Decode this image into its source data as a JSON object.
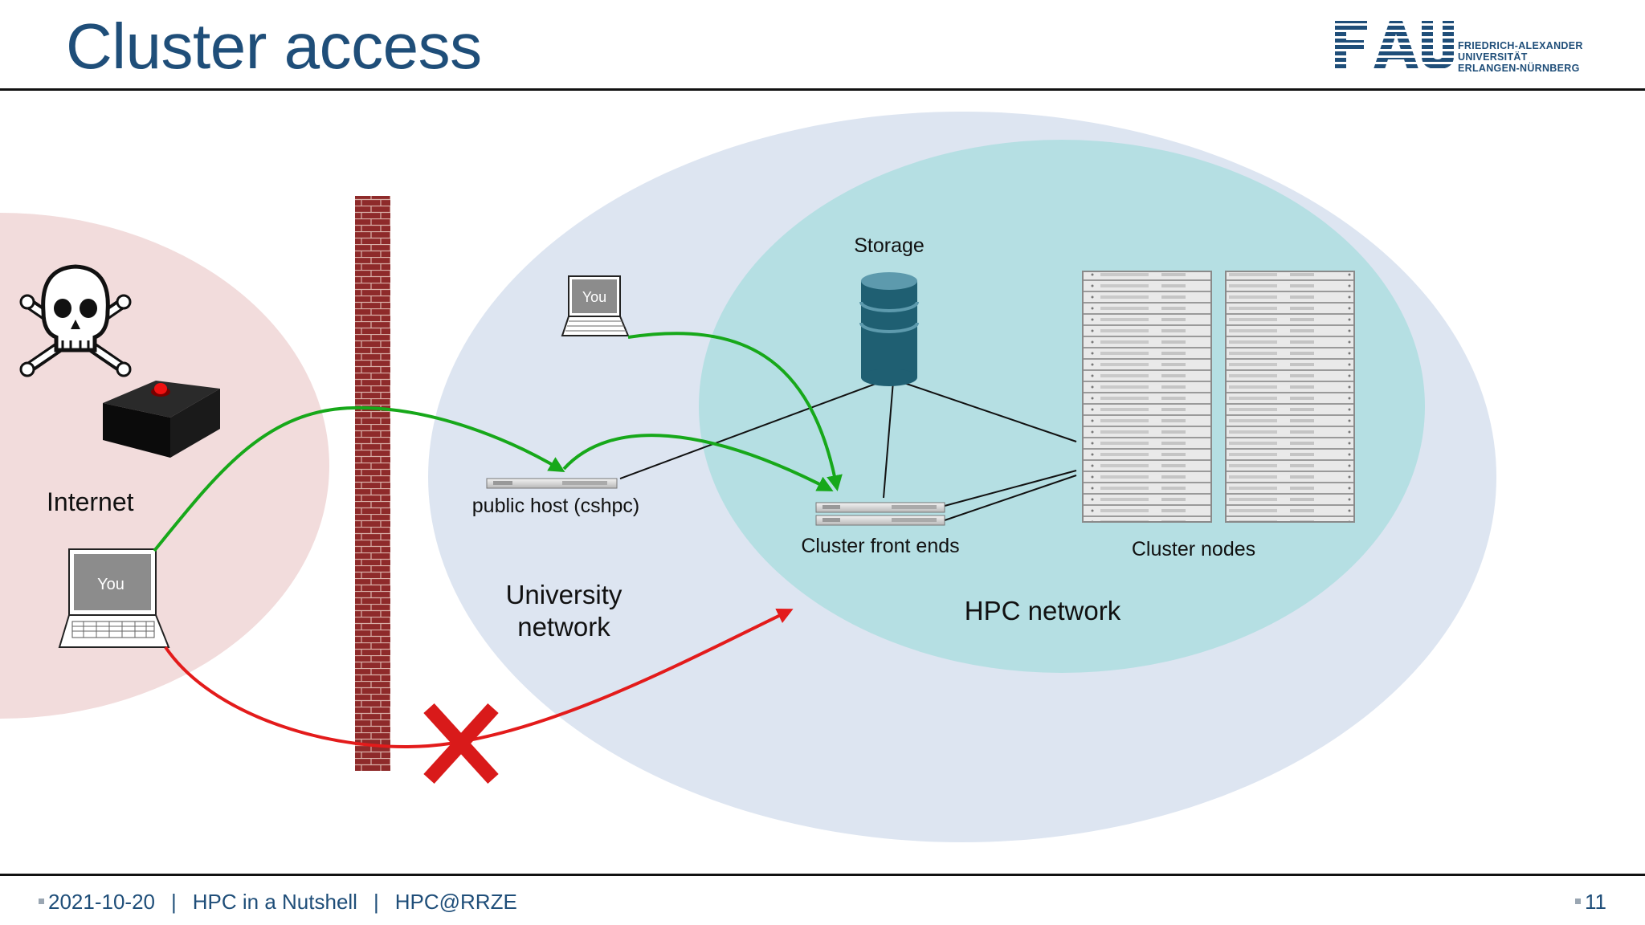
{
  "slide": {
    "title": "Cluster access",
    "page_number": "11"
  },
  "footer": {
    "date": "2021-10-20",
    "course": "HPC in a Nutshell",
    "org": "HPC@RRZE"
  },
  "logo": {
    "mark": "FAU",
    "line1": "FRIEDRICH-ALEXANDER",
    "line2": "UNIVERSITÄT",
    "line3": "ERLANGEN-NÜRNBERG"
  },
  "diagram": {
    "internet_label": "Internet",
    "university_label_line1": "University",
    "university_label_line2": "network",
    "hpc_label": "HPC network",
    "storage_label": "Storage",
    "public_host_label": "public host (cshpc)",
    "front_ends_label": "Cluster front ends",
    "nodes_label": "Cluster nodes",
    "laptop_outside_label": "You",
    "laptop_inside_label": "You"
  },
  "colors": {
    "title_blue": "#1f4e79",
    "internet_zone": "#f2dcdc",
    "university_zone": "#dde5f1",
    "hpc_zone": "#b5dfe3",
    "allowed_path": "#17a81a",
    "blocked_path": "#e31b1b",
    "firewall": "#8e2a2a",
    "storage": "#1f5f72"
  },
  "icons": [
    "skull-crossbones-icon",
    "black-box-icon",
    "laptop-icon",
    "server-icon",
    "storage-cylinder-icon",
    "firewall-icon",
    "blocked-x-icon"
  ]
}
